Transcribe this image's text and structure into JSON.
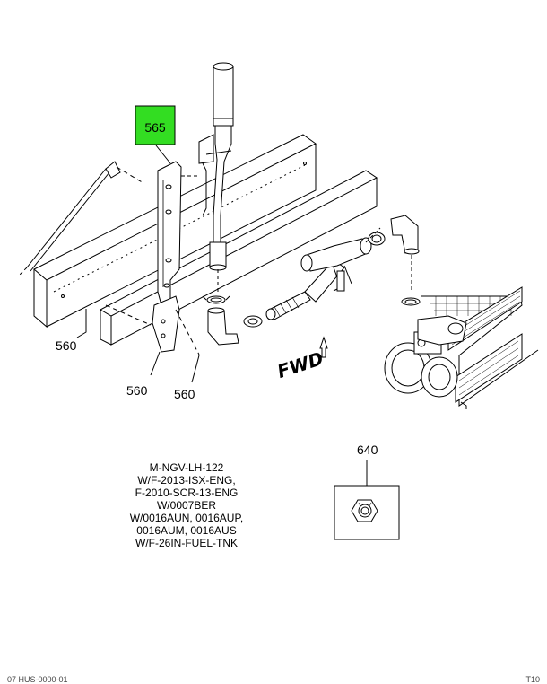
{
  "callouts": {
    "highlighted": "565",
    "bracket_left": "560",
    "bracket_bottom_a": "560",
    "bracket_bottom_b": "560",
    "nut": "640"
  },
  "direction_label": "FWD",
  "notes": [
    "M-NGV-LH-122",
    "W/F-2013-ISX-ENG,",
    "F-2010-SCR-13-ENG",
    "W/0007BER",
    "W/0016AUN, 0016AUP,",
    "0016AUM, 0016AUS",
    "W/F-26IN-FUEL-TNK"
  ],
  "footer": {
    "left": "07 HUS-0000-01",
    "right": "T10"
  },
  "colors": {
    "highlight": "#33dd22",
    "line": "#000000",
    "background": "#ffffff"
  }
}
